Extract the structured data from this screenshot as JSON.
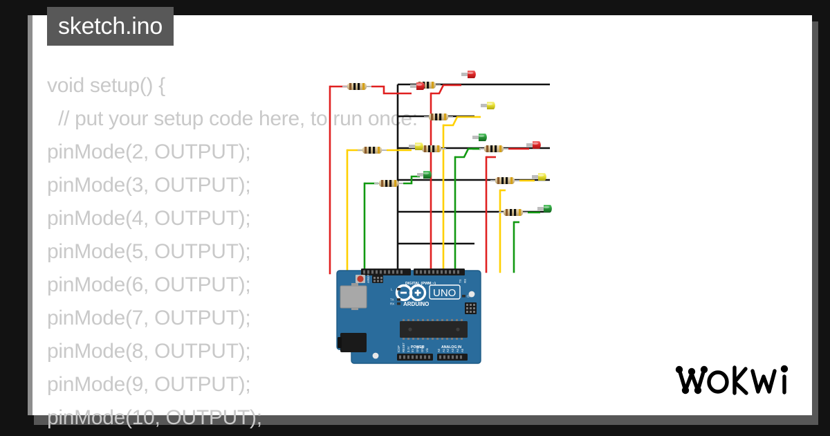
{
  "window": {
    "background_color": "#121212",
    "panel_color": "#ffffff",
    "shadow_color": "#575757"
  },
  "tab": {
    "label": "sketch.ino",
    "background_color": "#585858",
    "text_color": "#ffffff"
  },
  "editor": {
    "text_color": "#c9c9c9",
    "code_lines": [
      "void setup() {",
      "  // put your setup code here, to run once:",
      "pinMode(2, OUTPUT);",
      "pinMode(3, OUTPUT);",
      "pinMode(4, OUTPUT);",
      "pinMode(5, OUTPUT);",
      "pinMode(6, OUTPUT);",
      "pinMode(7, OUTPUT);",
      "pinMode(8, OUTPUT);",
      "pinMode(9, OUTPUT);",
      "pinMode(10, OUTPUT);"
    ]
  },
  "brand": {
    "name": "wokwi",
    "logo_color": "#000000"
  },
  "board": {
    "name": "UNO",
    "maker": "ARDUINO",
    "pcb_color": "#2a6c9c",
    "pcb_edge_color": "#1d5a85",
    "silkscreen_color": "#ffffff",
    "header_color": "#1a1a1a",
    "labels": {
      "aref": "AREF",
      "gnd": "GND",
      "digital": "DIGITAL (PWM ~)",
      "tx": "TX",
      "rx": "RX",
      "l": "L",
      "on": "ON",
      "icsp": "ICSP",
      "power": "POWER",
      "analog": "ANALOG IN"
    },
    "digital_pins": [
      "13",
      "12",
      "11",
      "10",
      "9",
      "8",
      "7",
      "6",
      "5",
      "4",
      "3",
      "2",
      "1",
      "0"
    ],
    "power_pins": [
      "RESET",
      "3.3V",
      "5V",
      "GND",
      "GND",
      "Vin"
    ],
    "analog_pins": [
      "A0",
      "A1",
      "A2",
      "A3",
      "A4",
      "A5"
    ],
    "leds": {
      "power": "ON",
      "tx": "TX",
      "rx": "RX",
      "builtin": "L"
    }
  },
  "circuit": {
    "ground_bus_color": "#111111",
    "components": [
      {
        "type": "led",
        "color_name": "red",
        "color": "#e03030",
        "wire_color": "#e02020",
        "group": 1
      },
      {
        "type": "led",
        "color_name": "yellow",
        "color": "#e8e030",
        "wire_color": "#ffd000",
        "group": 1
      },
      {
        "type": "led",
        "color_name": "green",
        "color": "#2a9a3a",
        "wire_color": "#119911",
        "group": 1
      },
      {
        "type": "led",
        "color_name": "red",
        "color": "#e03030",
        "wire_color": "#e02020",
        "group": 2
      },
      {
        "type": "led",
        "color_name": "yellow",
        "color": "#e8e030",
        "wire_color": "#ffd000",
        "group": 2
      },
      {
        "type": "led",
        "color_name": "green",
        "color": "#2a9a3a",
        "wire_color": "#119911",
        "group": 2
      },
      {
        "type": "led",
        "color_name": "red",
        "color": "#e03030",
        "wire_color": "#e02020",
        "group": 3
      },
      {
        "type": "led",
        "color_name": "yellow",
        "color": "#e8e030",
        "wire_color": "#ffd000",
        "group": 3
      },
      {
        "type": "led",
        "color_name": "green",
        "color": "#2a9a3a",
        "wire_color": "#119911",
        "group": 3
      }
    ],
    "resistor_count": 9,
    "resistor_body_color": "#d8c49a",
    "resistor_bands": [
      "#8b5a2b",
      "#111111",
      "#111111",
      "#d4a017"
    ]
  }
}
